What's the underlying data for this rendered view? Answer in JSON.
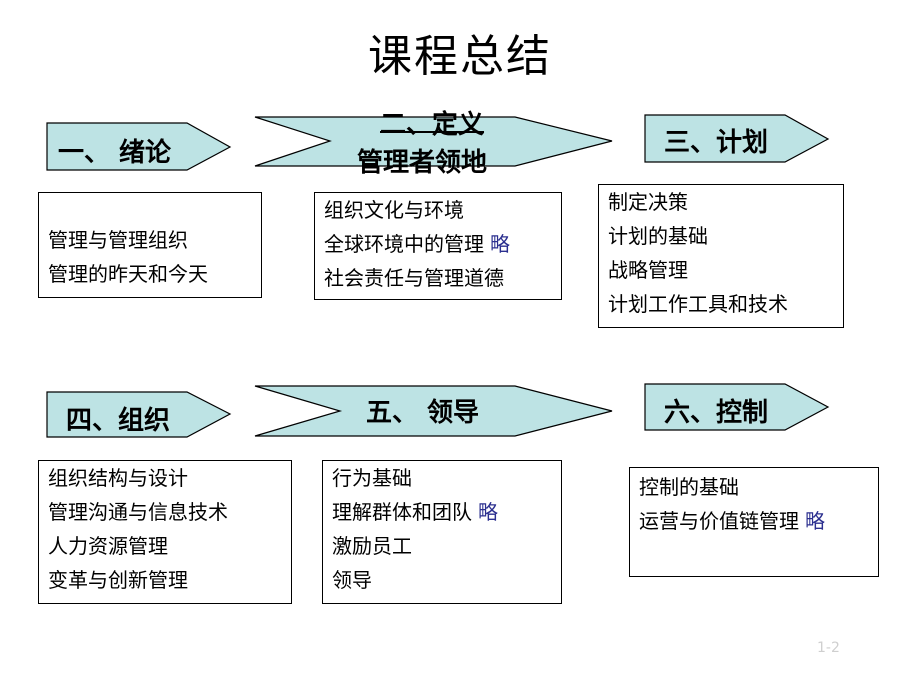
{
  "title": "课程总结",
  "sections": [
    {
      "label": "一、  绪论",
      "items": [
        "管理与管理组织",
        "管理的昨天和今天"
      ]
    },
    {
      "label_line1": "二、定义",
      "label_line2": "管理者领地",
      "items": [
        "组织文化与环境",
        "全球环境中的管理",
        "社会责任与管理道德"
      ],
      "notes": [
        "",
        "略",
        ""
      ]
    },
    {
      "label": "三、计划",
      "items": [
        "制定决策",
        "计划的基础",
        "战略管理",
        "计划工作工具和技术"
      ]
    },
    {
      "label": "四、组织",
      "items": [
        "组织结构与设计",
        "管理沟通与信息技术",
        "人力资源管理",
        "变革与创新管理"
      ]
    },
    {
      "label": "五、  领导",
      "items": [
        "行为基础",
        "理解群体和团队",
        "激励员工",
        "领导"
      ],
      "notes": [
        "",
        "略",
        "",
        ""
      ]
    },
    {
      "label": "六、控制",
      "items": [
        "控制的基础",
        "运营与价值链管理"
      ],
      "notes": [
        "",
        "略"
      ]
    }
  ],
  "page_number": "1-2",
  "colors": {
    "arrow_fill": "#bde3e4",
    "arrow_stroke": "#000000",
    "note_text": "#2b2f8f"
  }
}
